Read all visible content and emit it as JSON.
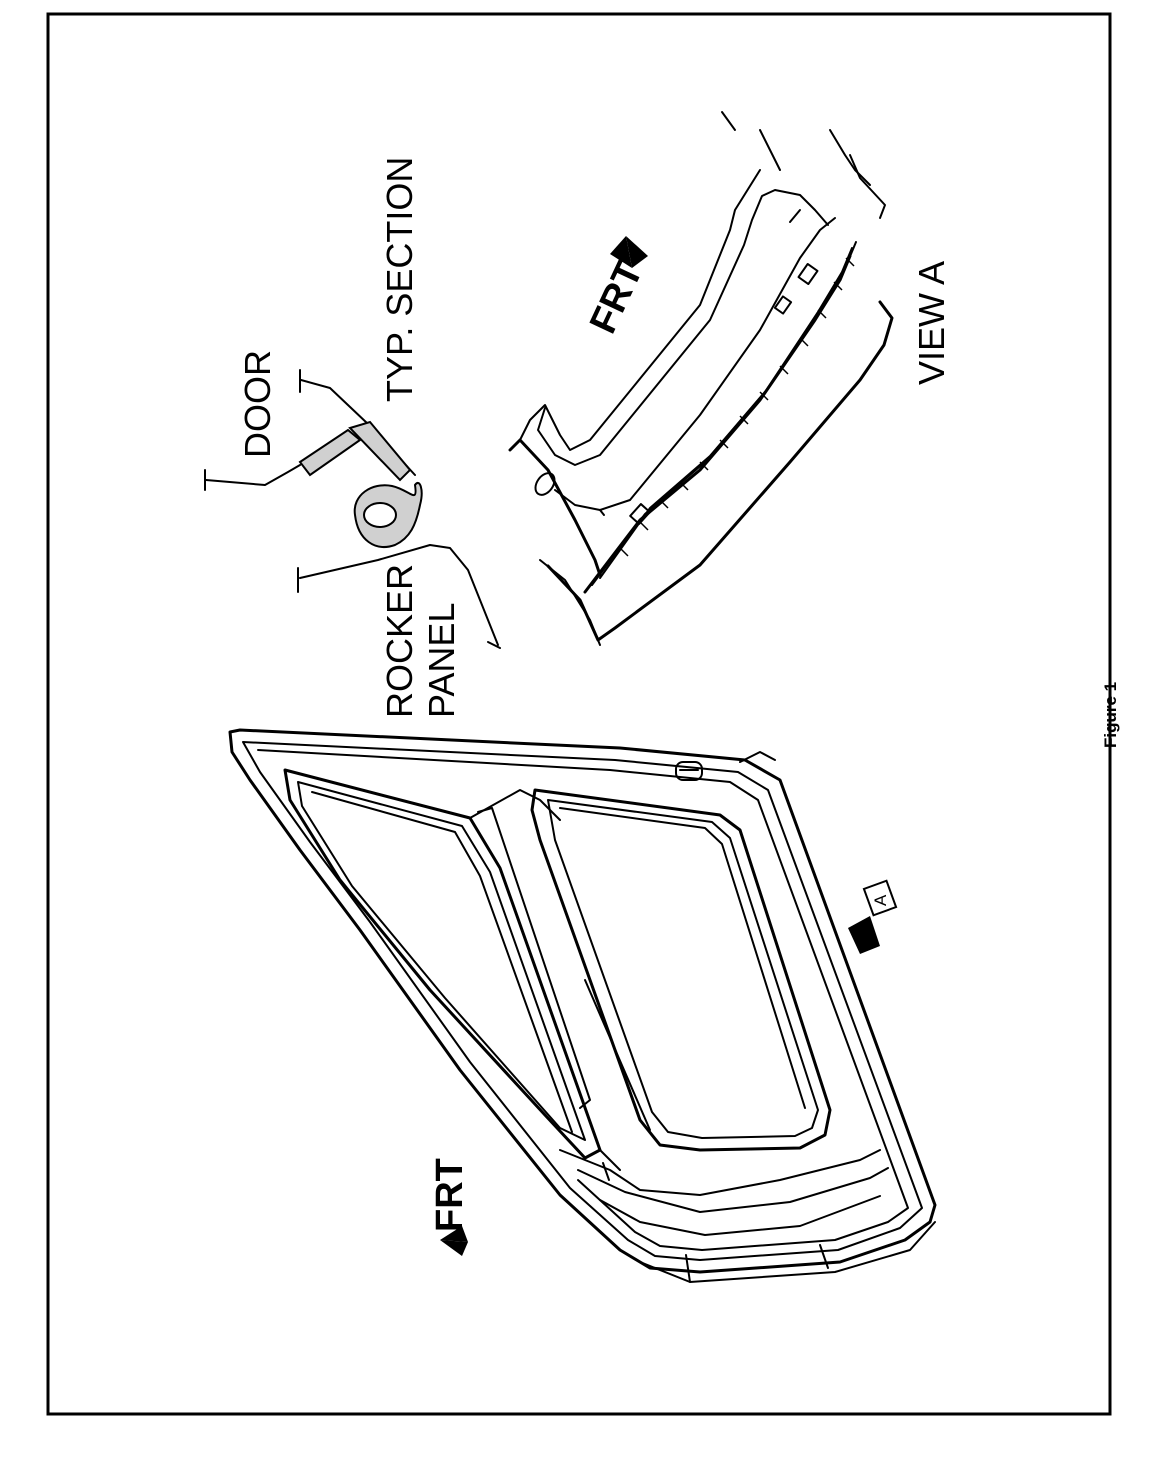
{
  "figure": {
    "caption": "Figure 1"
  },
  "labels": {
    "door": "DOOR",
    "typ_section": "TYP. SECTION",
    "rocker": "ROCKER",
    "panel": "PANEL",
    "view_a": "VIEW A",
    "frt_top": "FRT",
    "frt_door": "FRT",
    "view_marker": "A"
  },
  "colors": {
    "ink": "#000000",
    "paper": "#ffffff",
    "seal_fill": "#d0d0d0"
  }
}
